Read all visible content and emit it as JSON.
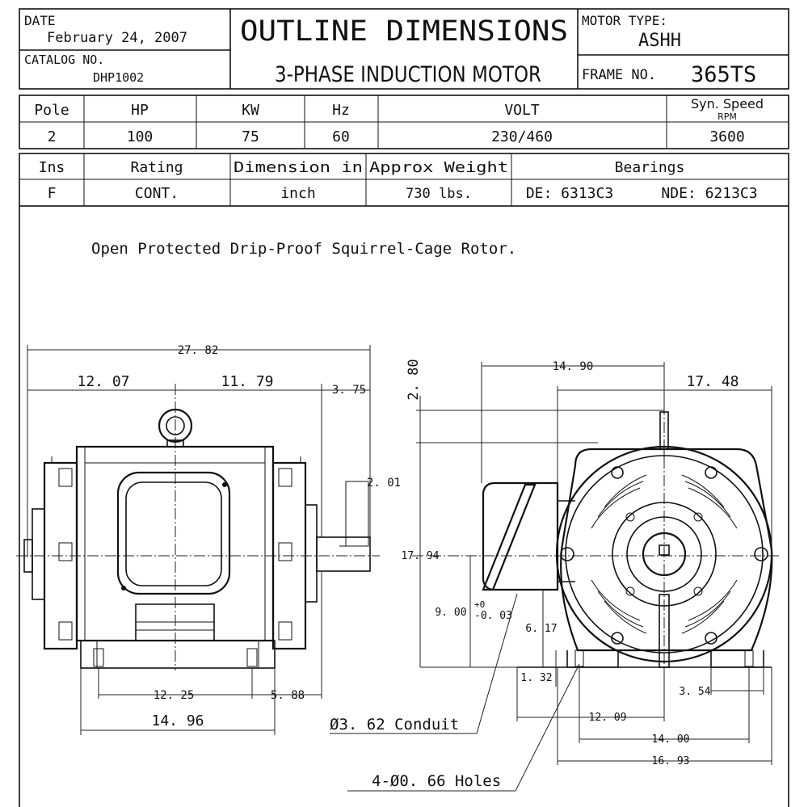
{
  "title_block": {
    "date_label": "DATE",
    "date_value": "February 24, 2007",
    "catalog_label": "CATALOG NO.",
    "catalog_value": "DHP1002",
    "title_line1": "OUTLINE DIMENSIONS",
    "title_line2": "3-PHASE INDUCTION MOTOR",
    "motor_type_label": "MOTOR TYPE:",
    "motor_type_value": "ASHH",
    "frame_label": "FRAME NO.",
    "frame_value": "365TS"
  },
  "spec_table_1": {
    "headers": [
      "Pole",
      "HP",
      "KW",
      "Hz",
      "VOLT"
    ],
    "speed_header_top": "Syn. Speed",
    "speed_header_bottom": "RPM",
    "values": [
      "2",
      "100",
      "75",
      "60",
      "230/460",
      "3600"
    ]
  },
  "spec_table_2": {
    "headers": [
      "Ins",
      "Rating",
      "Dimension in",
      "Approx Weight",
      "Bearings"
    ],
    "values": [
      "F",
      "CONT.",
      "inch",
      "730 lbs."
    ],
    "bearing_de": "DE: 6313C3",
    "bearing_nde": "NDE: 6213C3"
  },
  "description": "Open Protected Drip-Proof Squirrel-Cage Rotor.",
  "side_view_dims": {
    "overall": "27. 82",
    "left": "12. 07",
    "right": "11. 79",
    "shaft_len": "3. 75",
    "shaft_dia": "2. 01",
    "foot_span": "12. 25",
    "foot_offset": "5. 88",
    "base_len": "14. 96"
  },
  "end_view_dims": {
    "top_offset": "2. 80",
    "width_a": "14. 90",
    "width_b": "17. 48",
    "height": "17. 94",
    "shaft_height": "9. 00",
    "tol_plus": "+0",
    "tol_minus": "-0. 03",
    "conduit_height": "6. 17",
    "foot_thick": "1. 32",
    "foot_width": "3. 54",
    "span_a": "12. 09",
    "span_b": "14. 00",
    "span_c": "16. 93",
    "conduit_note": "Ø3. 62 Conduit",
    "holes_note": "4-Ø0. 66 Holes"
  }
}
